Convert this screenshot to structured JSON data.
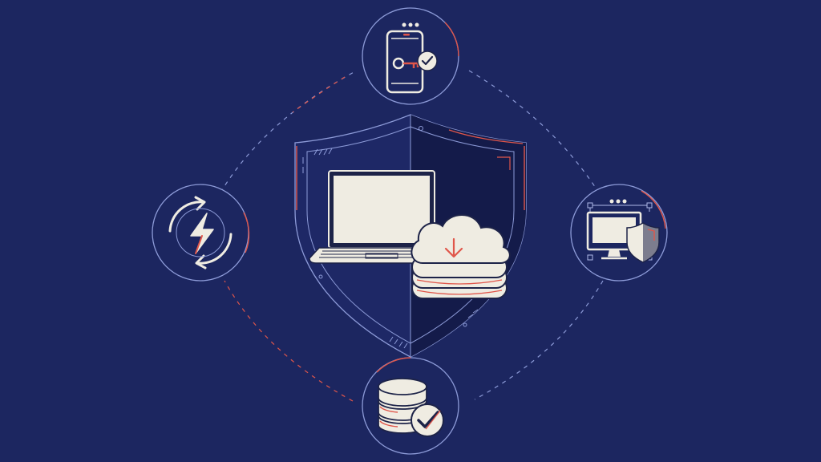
{
  "colors": {
    "background": "#1c2660",
    "background_dark": "#141b4a",
    "line": "#8d9bd8",
    "line_light": "#aeb8e8",
    "accent": "#e0564a",
    "paper": "#efece2",
    "ink": "#1d2348"
  },
  "diagram": {
    "center": {
      "label": "",
      "icon": "shield-icon",
      "contents": [
        "laptop-icon",
        "cloud-download-icon"
      ]
    },
    "nodes": [
      {
        "id": "top",
        "icon": "phone-key-check-icon",
        "label": ""
      },
      {
        "id": "right",
        "icon": "monitor-shield-icon",
        "label": ""
      },
      {
        "id": "bottom",
        "icon": "database-check-icon",
        "label": ""
      },
      {
        "id": "left",
        "icon": "sync-lightning-icon",
        "label": ""
      }
    ],
    "connections": [
      {
        "from": "top",
        "to": "right",
        "style": "dashed"
      },
      {
        "from": "right",
        "to": "bottom",
        "style": "dashed"
      },
      {
        "from": "bottom",
        "to": "left",
        "style": "dashed"
      },
      {
        "from": "left",
        "to": "top",
        "style": "dashed"
      }
    ]
  }
}
